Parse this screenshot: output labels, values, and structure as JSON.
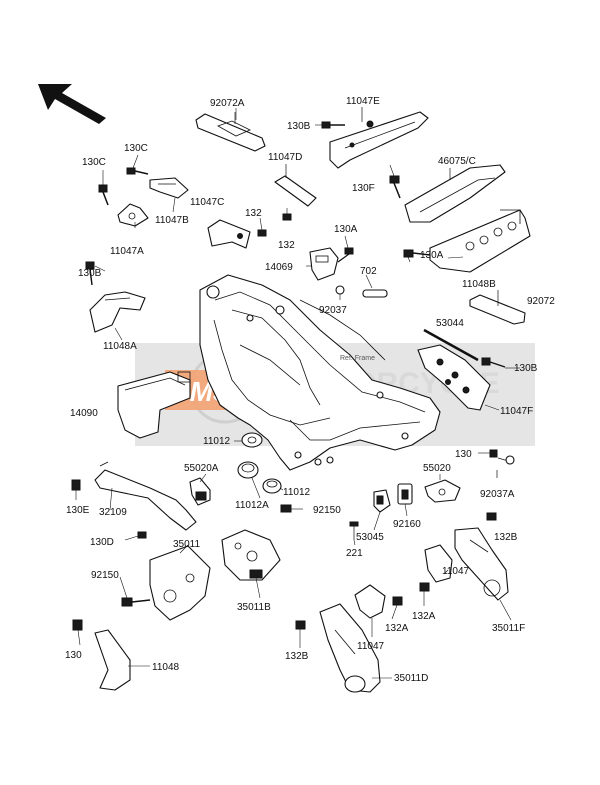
{
  "watermark": {
    "logo_text": "MSP",
    "brand_text": "MOTORCYCLE",
    "colors": {
      "logo_fill": "#f2a271",
      "box_fill": "#e0e0e0",
      "text": "#d8d8d8"
    }
  },
  "diagram": {
    "frame_label": "Ref. Frame",
    "callouts": [
      {
        "id": "c1",
        "text": "92072A"
      },
      {
        "id": "c2",
        "text": "11047E"
      },
      {
        "id": "c3",
        "text": "130B"
      },
      {
        "id": "c4",
        "text": "130C"
      },
      {
        "id": "c5",
        "text": "130C"
      },
      {
        "id": "c6",
        "text": "11047D"
      },
      {
        "id": "c7",
        "text": "46075/C"
      },
      {
        "id": "c8",
        "text": "130F"
      },
      {
        "id": "c9",
        "text": "11047C"
      },
      {
        "id": "c10",
        "text": "11047B"
      },
      {
        "id": "c11",
        "text": "132"
      },
      {
        "id": "c12",
        "text": "132"
      },
      {
        "id": "c13",
        "text": "11047A"
      },
      {
        "id": "c14",
        "text": "130A"
      },
      {
        "id": "c15",
        "text": "130A"
      },
      {
        "id": "c16",
        "text": "14069"
      },
      {
        "id": "c17",
        "text": "702"
      },
      {
        "id": "c18",
        "text": "130B"
      },
      {
        "id": "c19",
        "text": "11048B"
      },
      {
        "id": "c20",
        "text": "92037"
      },
      {
        "id": "c21",
        "text": "92072"
      },
      {
        "id": "c22",
        "text": "53044"
      },
      {
        "id": "c23",
        "text": "11048A"
      },
      {
        "id": "c24",
        "text": "130B"
      },
      {
        "id": "c25",
        "text": "14090"
      },
      {
        "id": "c26",
        "text": "11047F"
      },
      {
        "id": "c27",
        "text": "11012"
      },
      {
        "id": "c28",
        "text": "130"
      },
      {
        "id": "c29",
        "text": "55020A"
      },
      {
        "id": "c30",
        "text": "55020"
      },
      {
        "id": "c31",
        "text": "11012A"
      },
      {
        "id": "c32",
        "text": "11012"
      },
      {
        "id": "c33",
        "text": "92037A"
      },
      {
        "id": "c34",
        "text": "130E"
      },
      {
        "id": "c35",
        "text": "92150"
      },
      {
        "id": "c36",
        "text": "32109"
      },
      {
        "id": "c37",
        "text": "92160"
      },
      {
        "id": "c38",
        "text": "53045"
      },
      {
        "id": "c39",
        "text": "132B"
      },
      {
        "id": "c40",
        "text": "130D"
      },
      {
        "id": "c41",
        "text": "221"
      },
      {
        "id": "c42",
        "text": "35011"
      },
      {
        "id": "c43",
        "text": "92150"
      },
      {
        "id": "c44",
        "text": "11047"
      },
      {
        "id": "c45",
        "text": "35011B"
      },
      {
        "id": "c46",
        "text": "132A"
      },
      {
        "id": "c47",
        "text": "35011F"
      },
      {
        "id": "c48",
        "text": "132A"
      },
      {
        "id": "c49",
        "text": "130"
      },
      {
        "id": "c50",
        "text": "11048"
      },
      {
        "id": "c51",
        "text": "11047"
      },
      {
        "id": "c52",
        "text": "132B"
      },
      {
        "id": "c53",
        "text": "35011D"
      }
    ]
  }
}
